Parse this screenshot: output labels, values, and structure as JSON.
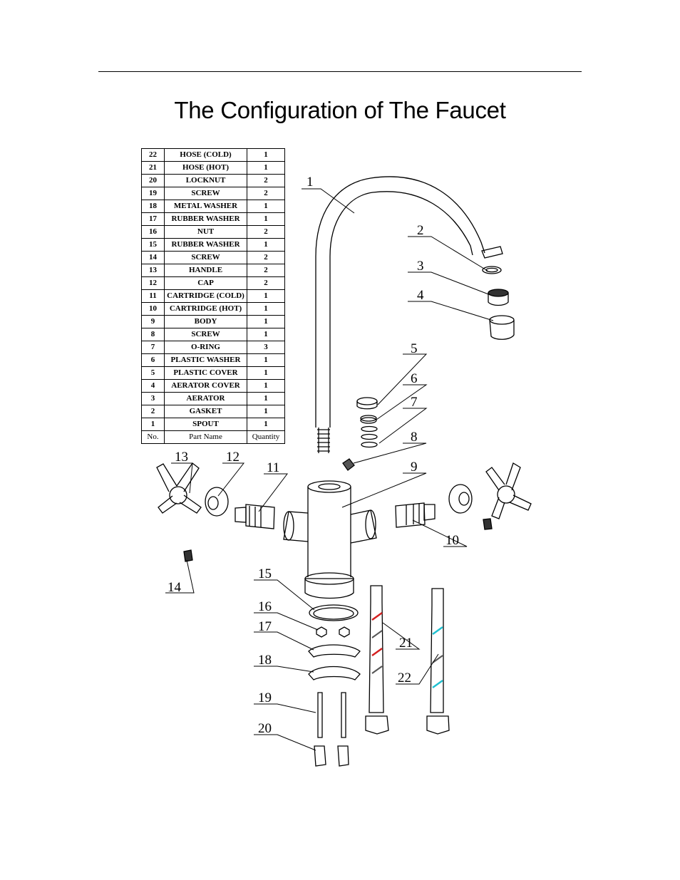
{
  "title": "The Configuration of The Faucet",
  "table": {
    "headers": {
      "no": "No.",
      "name": "Part Name",
      "qty": "Quantity"
    },
    "rows": [
      {
        "no": "22",
        "name": "HOSE (COLD)",
        "qty": "1"
      },
      {
        "no": "21",
        "name": "HOSE (HOT)",
        "qty": "1"
      },
      {
        "no": "20",
        "name": "LOCKNUT",
        "qty": "2"
      },
      {
        "no": "19",
        "name": "SCREW",
        "qty": "2"
      },
      {
        "no": "18",
        "name": "METAL WASHER",
        "qty": "1"
      },
      {
        "no": "17",
        "name": "RUBBER WASHER",
        "qty": "1"
      },
      {
        "no": "16",
        "name": "NUT",
        "qty": "2"
      },
      {
        "no": "15",
        "name": "RUBBER WASHER",
        "qty": "1"
      },
      {
        "no": "14",
        "name": "SCREW",
        "qty": "2"
      },
      {
        "no": "13",
        "name": "HANDLE",
        "qty": "2"
      },
      {
        "no": "12",
        "name": "CAP",
        "qty": "2"
      },
      {
        "no": "11",
        "name": "CARTRIDGE (COLD)",
        "qty": "1"
      },
      {
        "no": "10",
        "name": "CARTRIDGE (HOT)",
        "qty": "1"
      },
      {
        "no": "9",
        "name": "BODY",
        "qty": "1"
      },
      {
        "no": "8",
        "name": "SCREW",
        "qty": "1"
      },
      {
        "no": "7",
        "name": "O-RING",
        "qty": "3"
      },
      {
        "no": "6",
        "name": "PLASTIC WASHER",
        "qty": "1"
      },
      {
        "no": "5",
        "name": "PLASTIC COVER",
        "qty": "1"
      },
      {
        "no": "4",
        "name": "AERATOR COVER",
        "qty": "1"
      },
      {
        "no": "3",
        "name": "AERATOR",
        "qty": "1"
      },
      {
        "no": "2",
        "name": "GASKET",
        "qty": "1"
      },
      {
        "no": "1",
        "name": "SPOUT",
        "qty": "1"
      }
    ]
  },
  "callouts": {
    "c1": "1",
    "c2": "2",
    "c3": "3",
    "c4": "4",
    "c5": "5",
    "c6": "6",
    "c7": "7",
    "c8": "8",
    "c9": "9",
    "c10": "10",
    "c11": "11",
    "c12": "12",
    "c13": "13",
    "c14": "14",
    "c15": "15",
    "c16": "16",
    "c17": "17",
    "c18": "18",
    "c19": "19",
    "c20": "20",
    "c21": "21",
    "c22": "22"
  },
  "colors": {
    "hot_hose_stripe": "#d42020",
    "cold_hose_stripe": "#20c0d0",
    "line": "#000000"
  }
}
